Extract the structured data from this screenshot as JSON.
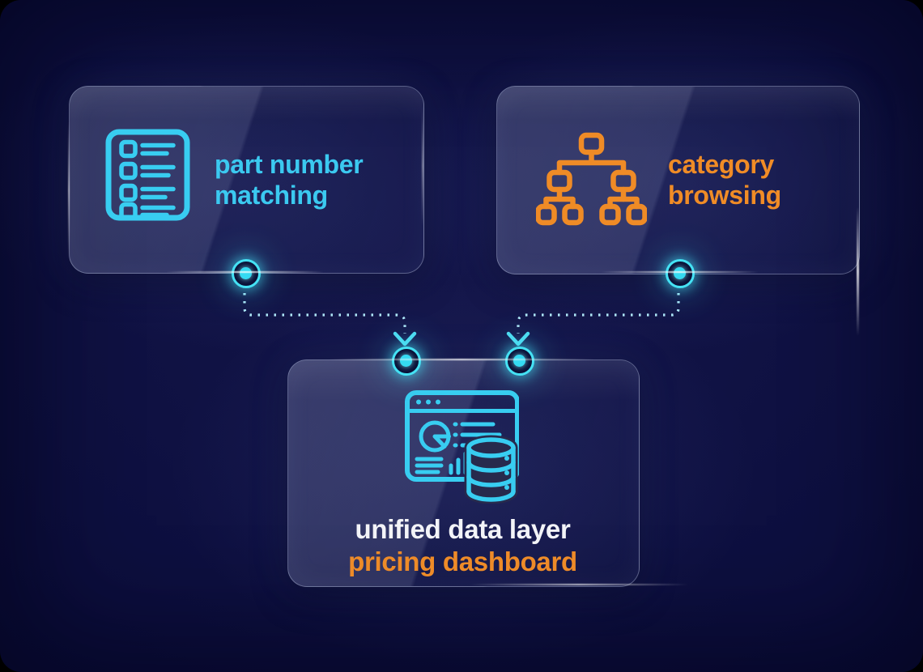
{
  "colors": {
    "background": "#0d0f3f",
    "accent_cyan": "#3bc9f0",
    "accent_orange": "#f08c26",
    "text_white": "#f3f4f8",
    "node_glow": "#45e2f4"
  },
  "cards": {
    "part_matching": {
      "label": "part number matching",
      "icon": "checklist-icon",
      "accent": "#3bc9f0"
    },
    "category_browsing": {
      "label": "category browsing",
      "icon": "tree-hierarchy-icon",
      "accent": "#f08c26"
    },
    "unified": {
      "line1": "unified data layer",
      "line2": "pricing dashboard",
      "icon": "dashboard-database-icon"
    }
  },
  "connectors": [
    {
      "from": "part_matching",
      "to": "unified",
      "style": "dotted-arrow"
    },
    {
      "from": "category_browsing",
      "to": "unified",
      "style": "dotted-arrow"
    }
  ]
}
